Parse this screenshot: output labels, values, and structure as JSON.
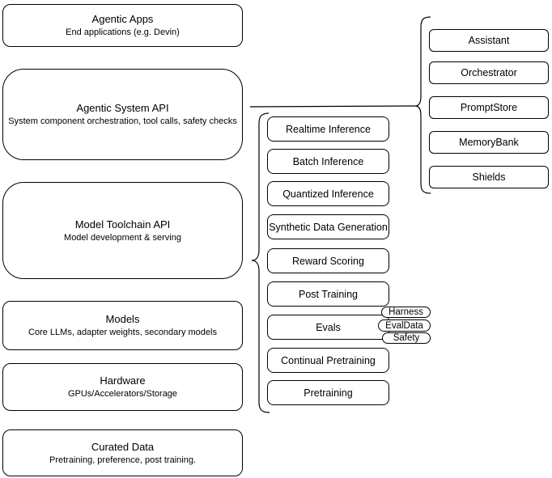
{
  "diagram": {
    "colors": {
      "background": "#ffffff",
      "stroke": "#000000",
      "text": "#000000"
    },
    "left_stack": [
      {
        "title": "Agentic Apps",
        "subtitle": "End applications (e.g. Devin)"
      },
      {
        "title": "Agentic System API",
        "subtitle": "System component orchestration, tool calls, safety checks"
      },
      {
        "title": "Model Toolchain API",
        "subtitle": "Model development & serving"
      },
      {
        "title": "Models",
        "subtitle": "Core LLMs, adapter weights, secondary models"
      },
      {
        "title": "Hardware",
        "subtitle": "GPUs/Accelerators/Storage"
      },
      {
        "title": "Curated Data",
        "subtitle": "Pretraining, preference, post training."
      }
    ],
    "toolchain_services": [
      {
        "label": "Realtime Inference"
      },
      {
        "label": "Batch Inference"
      },
      {
        "label": "Quantized Inference"
      },
      {
        "label": "Synthetic Data Generation"
      },
      {
        "label": "Reward Scoring"
      },
      {
        "label": "Post Training"
      },
      {
        "label": "Evals"
      },
      {
        "label": "Continual Pretraining"
      },
      {
        "label": "Pretraining"
      }
    ],
    "eval_tags": [
      {
        "label": "Harness"
      },
      {
        "label": "EvalData"
      },
      {
        "label": "Safety"
      }
    ],
    "system_components": [
      {
        "label": "Assistant"
      },
      {
        "label": "Orchestrator"
      },
      {
        "label": "PromptStore"
      },
      {
        "label": "MemoryBank"
      },
      {
        "label": "Shields"
      }
    ]
  }
}
